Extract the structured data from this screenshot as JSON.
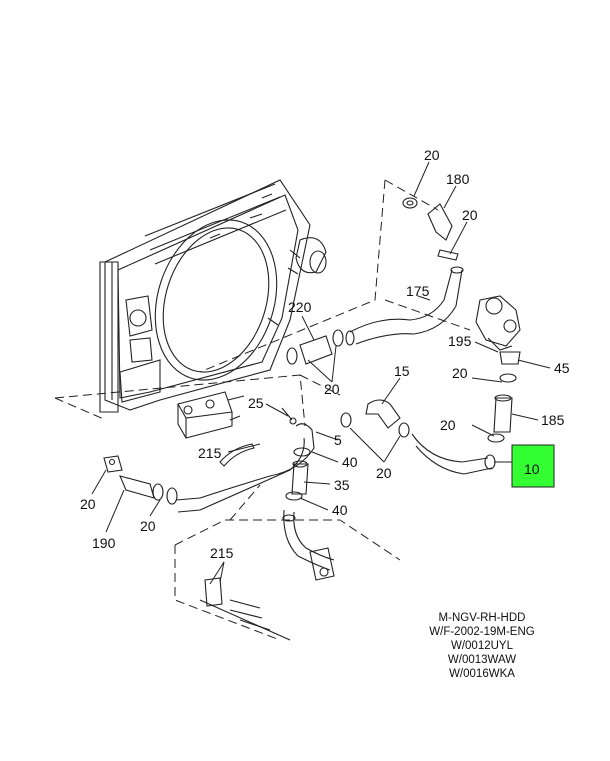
{
  "callouts": [
    {
      "id": "c20a",
      "text": "20"
    },
    {
      "id": "c180",
      "text": "180"
    },
    {
      "id": "c20b",
      "text": "20"
    },
    {
      "id": "c175",
      "text": "175"
    },
    {
      "id": "c220",
      "text": "220"
    },
    {
      "id": "c20c",
      "text": "20"
    },
    {
      "id": "c195",
      "text": "195"
    },
    {
      "id": "c45",
      "text": "45"
    },
    {
      "id": "c15",
      "text": "15"
    },
    {
      "id": "c20d",
      "text": "20"
    },
    {
      "id": "c185",
      "text": "185"
    },
    {
      "id": "c25",
      "text": "25"
    },
    {
      "id": "c5",
      "text": "5"
    },
    {
      "id": "c20e",
      "text": "20"
    },
    {
      "id": "c10",
      "text": "10"
    },
    {
      "id": "c215a",
      "text": "215"
    },
    {
      "id": "c40a",
      "text": "40"
    },
    {
      "id": "c20f",
      "text": "20"
    },
    {
      "id": "c35",
      "text": "35"
    },
    {
      "id": "c40b",
      "text": "40"
    },
    {
      "id": "c20g",
      "text": "20"
    },
    {
      "id": "c20h",
      "text": "20"
    },
    {
      "id": "c190",
      "text": "190"
    },
    {
      "id": "c215b",
      "text": "215"
    }
  ],
  "highlight": {
    "callout": "10",
    "color": "#33ff33"
  },
  "notes": [
    "M-NGV-RH-HDD",
    "W/F-2002-19M-ENG",
    "W/0012UYL",
    "W/0013WAW",
    "W/0016WKA"
  ]
}
